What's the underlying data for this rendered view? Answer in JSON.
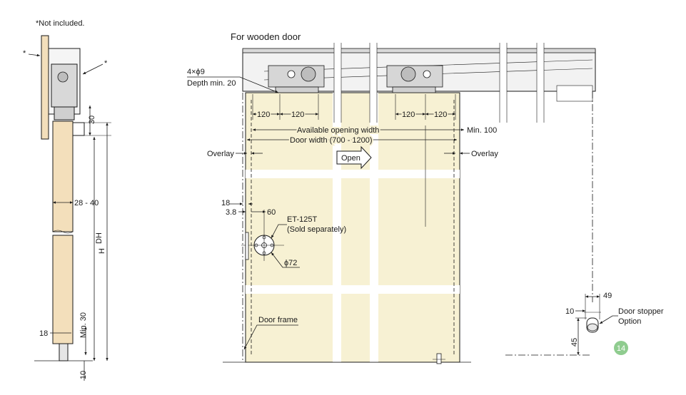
{
  "notes": {
    "not_included": "*Not included.",
    "asterisk": "*",
    "title": "For wooden door"
  },
  "labels": {
    "holes": "4×ϕ9",
    "depth": "Depth min. 20",
    "d120": "120",
    "available_opening": "Available opening width",
    "min100": "Min. 100",
    "door_width": "Door width (700 - 1200)",
    "overlay": "Overlay",
    "open": "Open",
    "d18": "18",
    "d3_8": "3.8",
    "d60": "60",
    "et_model": "ET-125T",
    "et_note": "(Sold separately)",
    "phi72": "ϕ72",
    "door_frame": "Door frame",
    "d49": "49",
    "d10": "10",
    "d45": "45",
    "stopper": "Door stopper",
    "option": "Option",
    "page_badge": "14",
    "d30": "30",
    "d28_40": "28 - 40",
    "dh": "DH",
    "h": "H",
    "min30": "Min. 30"
  },
  "colors": {
    "door_fill": "#f3dfbb",
    "panel_fill": "#f7f1d3",
    "gap_fill": "#ffffff",
    "track_fill": "#f2f2f2",
    "badge": "#8fcc8f",
    "ink": "#1a1a1a"
  }
}
